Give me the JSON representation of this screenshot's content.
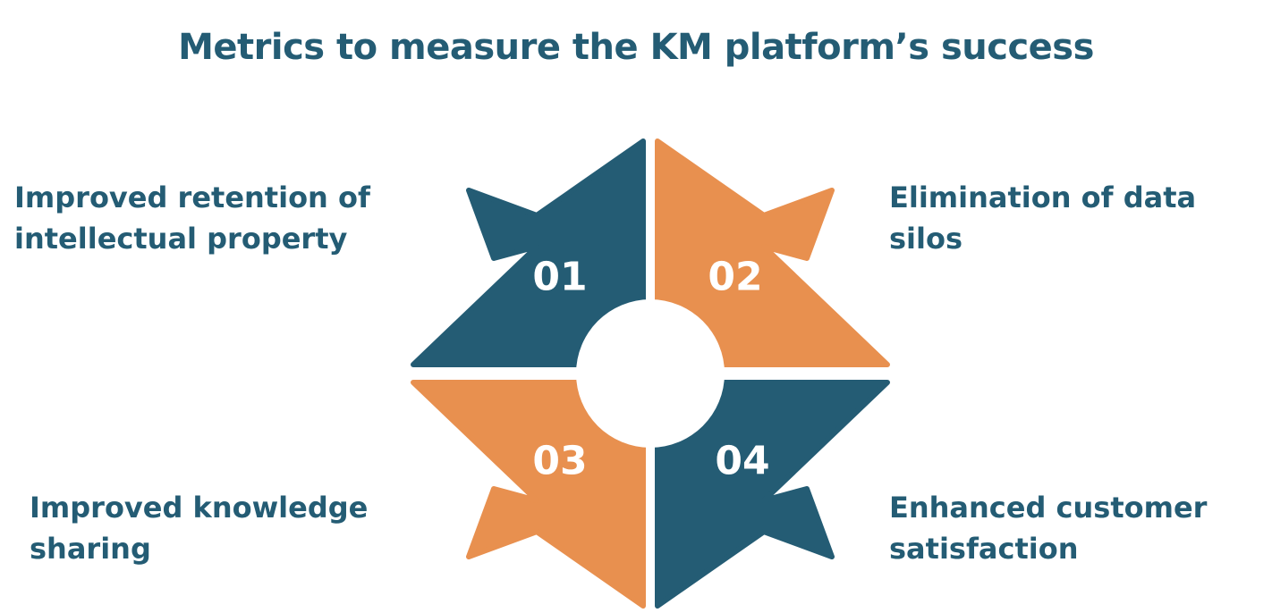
{
  "title": "Metrics to measure the KM platform’s success",
  "colors": {
    "title": "#245c74",
    "text": "#245c74",
    "teal": "#245c74",
    "orange": "#e8904f",
    "background": "#ffffff"
  },
  "metrics": [
    {
      "number": "01",
      "lines": [
        "Improved retention of",
        "intellectual property"
      ],
      "color": "teal",
      "position": "top-left"
    },
    {
      "number": "02",
      "lines": [
        "Elimination of data",
        "silos"
      ],
      "color": "orange",
      "position": "top-right"
    },
    {
      "number": "03",
      "lines": [
        "Improved knowledge",
        "sharing"
      ],
      "color": "orange",
      "position": "bottom-left"
    },
    {
      "number": "04",
      "lines": [
        "Enhanced customer",
        "satisfaction"
      ],
      "color": "teal",
      "position": "bottom-right"
    }
  ]
}
